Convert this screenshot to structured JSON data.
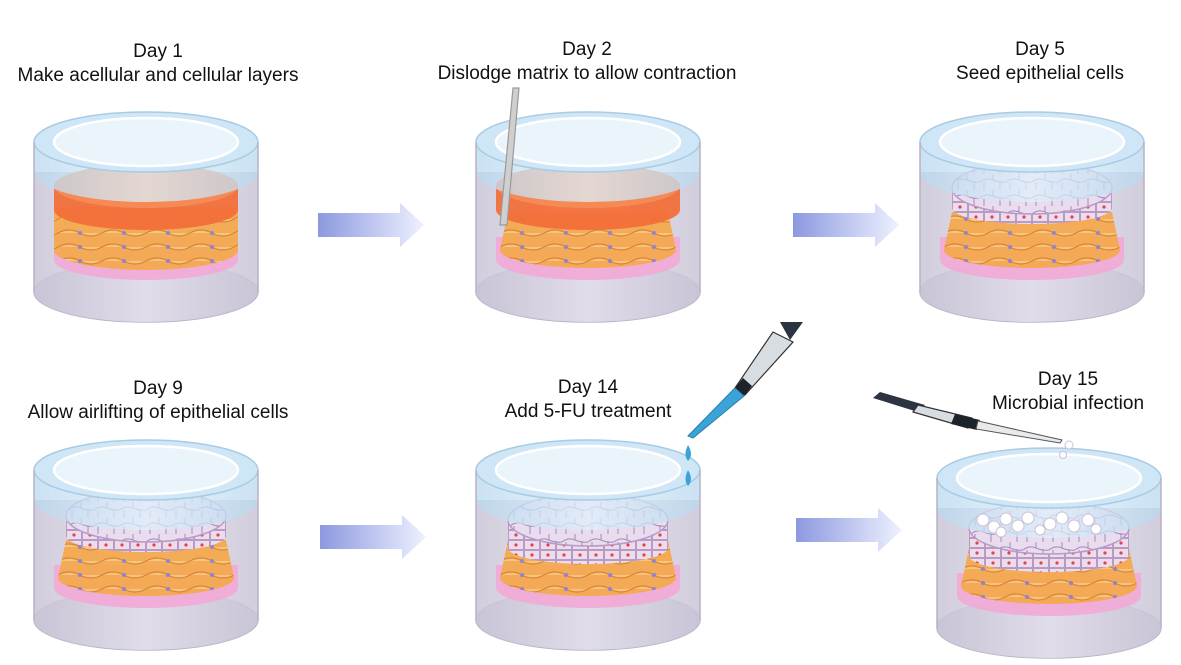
{
  "steps": [
    {
      "day": "Day 1",
      "text": "Make acellular and cellular layers"
    },
    {
      "day": "Day 2",
      "text": "Dislodge matrix to allow contraction"
    },
    {
      "day": "Day 5",
      "text": "Seed epithelial cells"
    },
    {
      "day": "Day 9",
      "text": "Allow airlifting of epithelial cells"
    },
    {
      "day": "Day 14",
      "text": "Add 5-FU treatment"
    },
    {
      "day": "Day 15",
      "text": "Microbial infection"
    }
  ]
}
